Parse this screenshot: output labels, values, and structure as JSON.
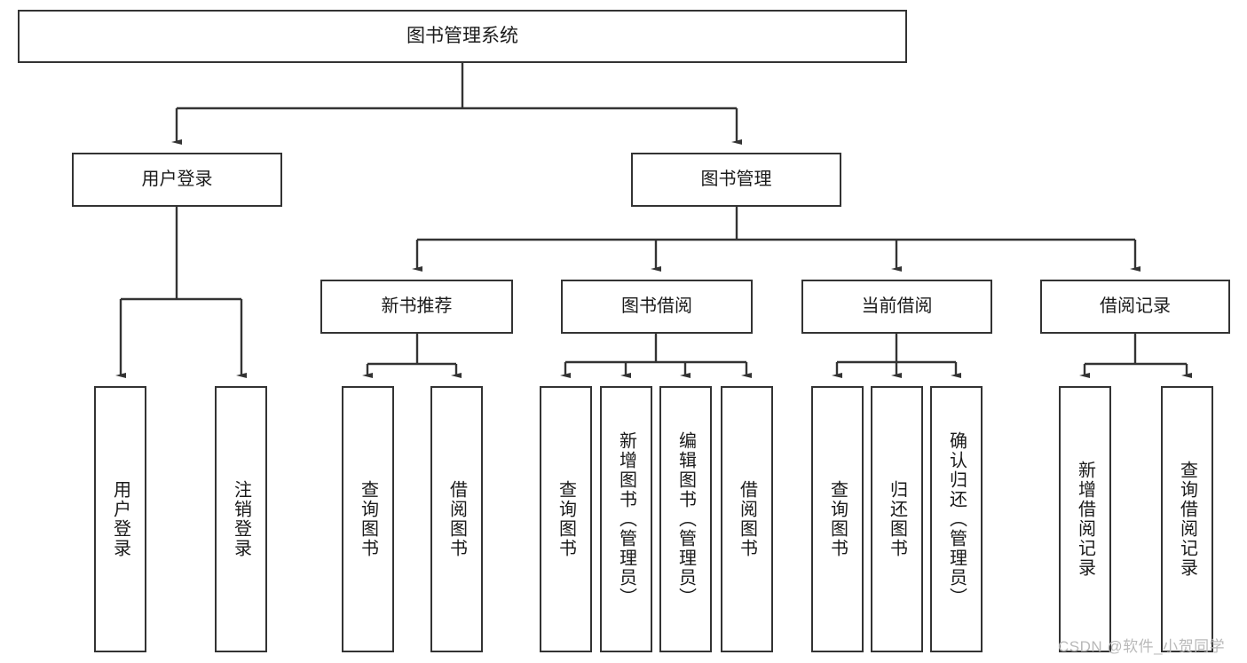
{
  "diagram": {
    "type": "tree-hierarchy",
    "title": "图书管理系统",
    "root": {
      "label": "图书管理系统"
    },
    "level2": [
      {
        "label": "用户登录"
      },
      {
        "label": "图书管理"
      }
    ],
    "level3": [
      {
        "label": "新书推荐"
      },
      {
        "label": "图书借阅"
      },
      {
        "label": "当前借阅"
      },
      {
        "label": "借阅记录"
      }
    ],
    "leaves": {
      "user_login": [
        {
          "label": "用户登录"
        },
        {
          "label": "注销登录"
        }
      ],
      "new_book_recommend": [
        {
          "label": "查询图书"
        },
        {
          "label": "借阅图书"
        }
      ],
      "book_borrow": [
        {
          "label": "查询图书"
        },
        {
          "label": "新增图书（管理员）"
        },
        {
          "label": "编辑图书（管理员）"
        },
        {
          "label": "借阅图书"
        }
      ],
      "current_borrow": [
        {
          "label": "查询图书"
        },
        {
          "label": "归还图书"
        },
        {
          "label": "确认归还（管理员）"
        }
      ],
      "borrow_record": [
        {
          "label": "新增借阅记录"
        },
        {
          "label": "查询借阅记录"
        }
      ]
    }
  },
  "watermark": {
    "text": "CSDN @软件_小贺同学"
  },
  "colors": {
    "stroke": "#333333",
    "background": "#ffffff",
    "text": "#1a1a1a",
    "watermark": "#b9b9b9"
  }
}
